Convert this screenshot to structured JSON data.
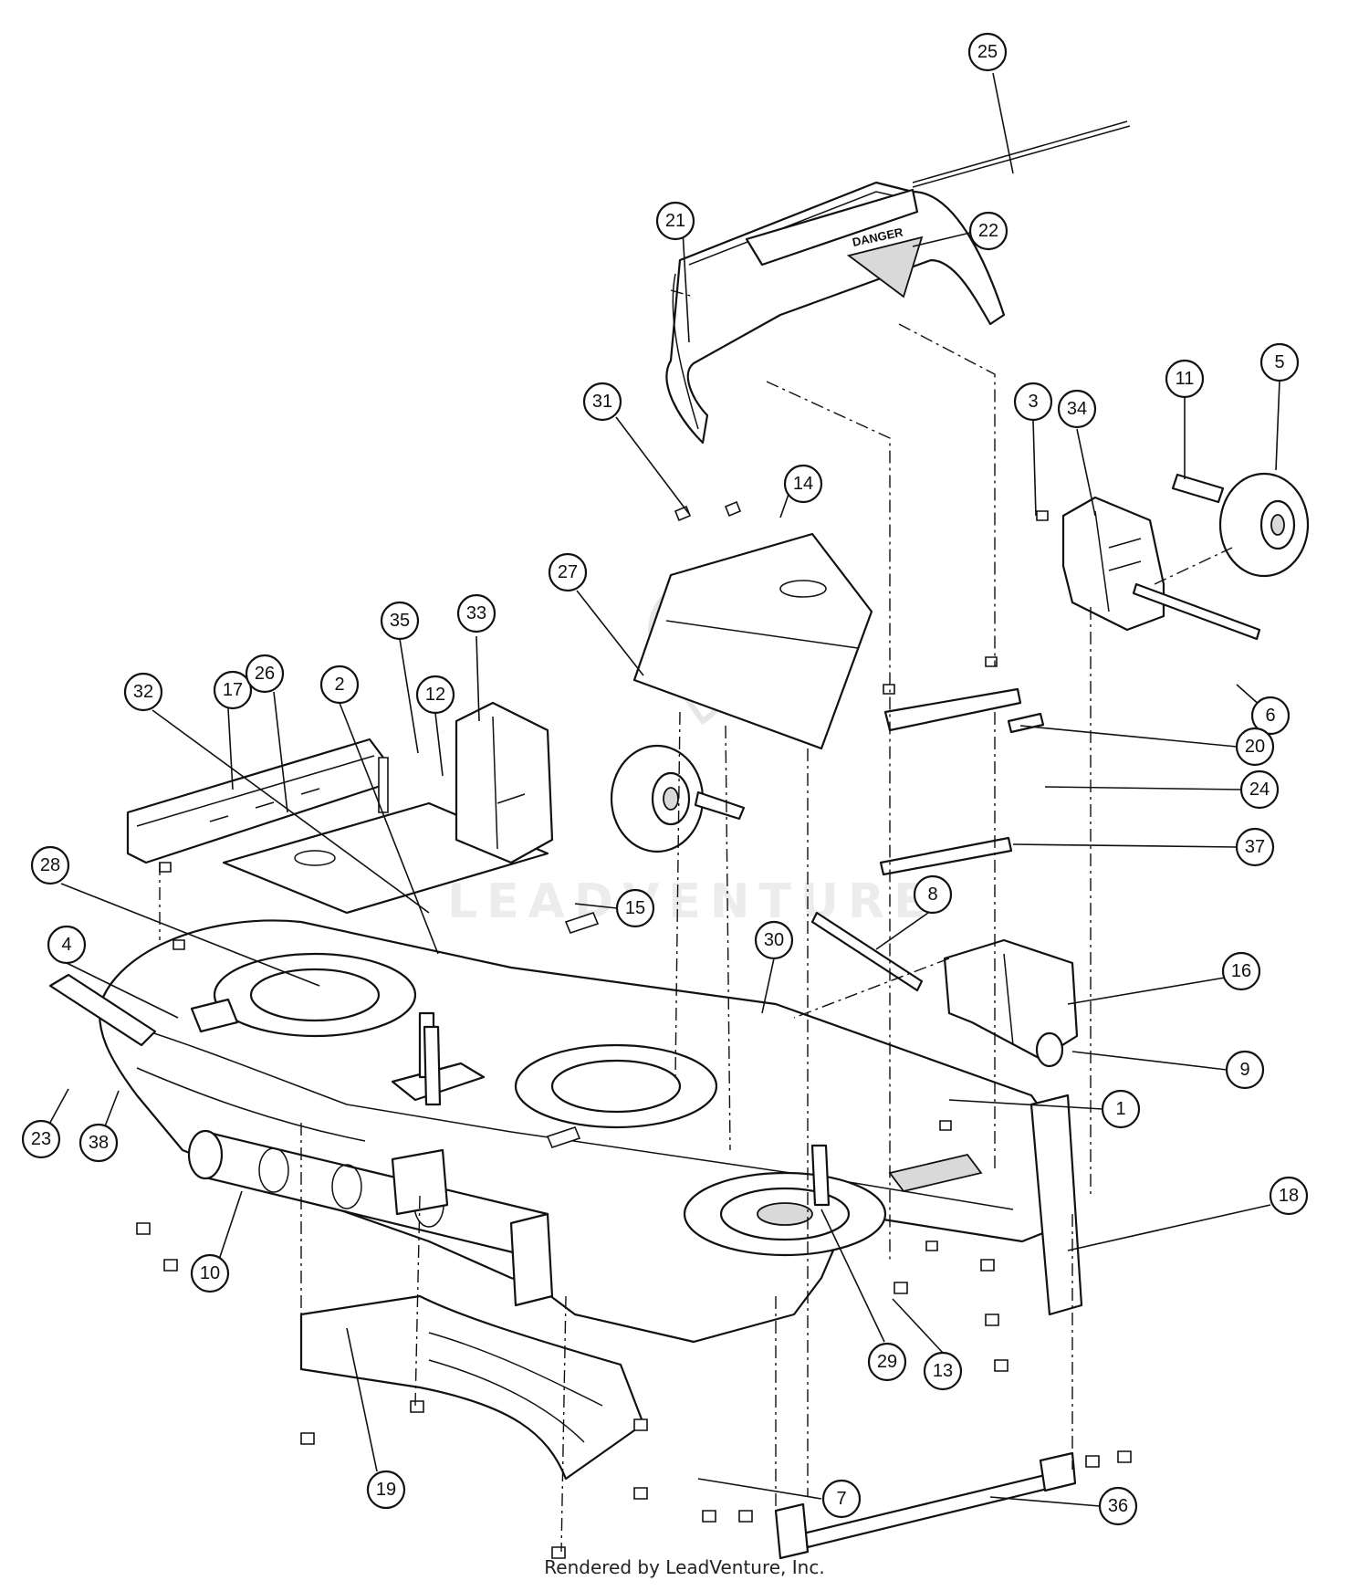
{
  "diagram": {
    "callouts": [
      "1",
      "2",
      "3",
      "4",
      "5",
      "6",
      "7",
      "8",
      "9",
      "10",
      "11",
      "12",
      "13",
      "14",
      "15",
      "16",
      "17",
      "18",
      "19",
      "20",
      "21",
      "22",
      "23",
      "24",
      "25",
      "26",
      "27",
      "28",
      "29",
      "30",
      "31",
      "32",
      "33",
      "34",
      "35",
      "36",
      "37",
      "38"
    ],
    "watermark": "LEADVENTURE",
    "decal_label": "DANGER"
  },
  "footer": {
    "credit": "Rendered by LeadVenture, Inc."
  }
}
